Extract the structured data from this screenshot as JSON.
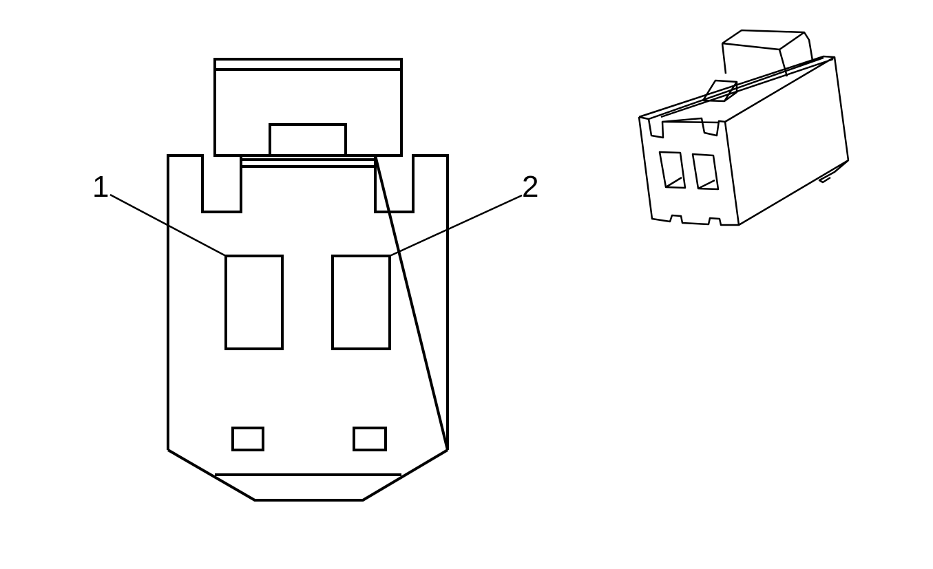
{
  "diagram": {
    "type": "connector-end-view",
    "colors": {
      "line": "#000000",
      "background": "#ffffff"
    },
    "callouts": [
      {
        "label": "1"
      },
      {
        "label": "2"
      }
    ]
  }
}
